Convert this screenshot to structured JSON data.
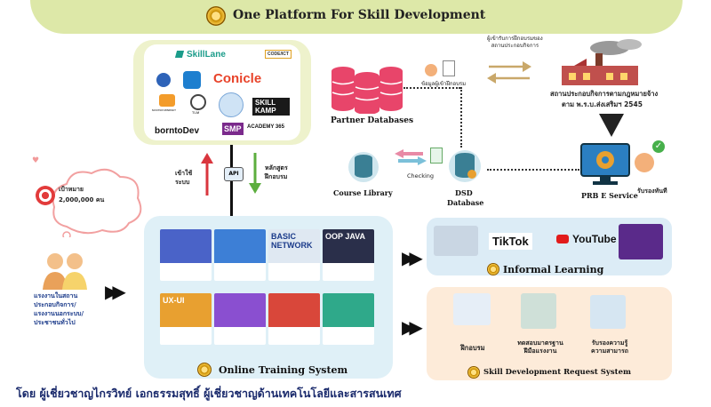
{
  "header": {
    "title": "One Platform For Skill Development"
  },
  "partners": {
    "logos": [
      "SkillLane",
      "CODE/ICT",
      "Conicle",
      "SKILL KAMP",
      "borntoDev",
      "SMP",
      "ACADEMY 365",
      "TLM",
      "MASTER MINDSET"
    ]
  },
  "api": {
    "label": "API",
    "left_text": "เข้าใช้\nระบบ",
    "right_text": "หลักสูตร\nฝึกอบรม"
  },
  "partner_databases": {
    "label": "Partner Databases",
    "caption": "ข้อมูลผู้เข้าฝึกอบรม"
  },
  "exchange": {
    "caption": "ผู้เข้ารับการฝึกอบรมของ\nสถานประกอบกิจการ"
  },
  "factory": {
    "caption_line1": "สถานประกอบกิจการตามกฎหมายจ้าง",
    "caption_line2": "ตาม พ.ร.บ.ส่งเสริมฯ 2545"
  },
  "course_library": {
    "label": "Course Library",
    "checking": "Checking"
  },
  "dsd": {
    "line1": "DSD",
    "line2": "Database"
  },
  "prb": {
    "label": "PRB E Service",
    "certify": "รับรองทันที"
  },
  "target": {
    "line1": "เป้าหมาย",
    "line2": "2,000,000 คน"
  },
  "workers": {
    "caption": "แรงงานในสถาน\nประกอบกิจการ/\nแรงงานนอกระบบ/\nประชาชนทั่วไป"
  },
  "online_training": {
    "label": "Online Training System",
    "thumbs": [
      {
        "title": "",
        "caption": "",
        "color": "#4a63c8"
      },
      {
        "title": "",
        "caption": "",
        "color": "#3d7fd6"
      },
      {
        "title": "BASIC NETWORK",
        "caption": "",
        "color": "#dfe8f2"
      },
      {
        "title": "OOP JAVA",
        "caption": "",
        "color": "#2a2f4a"
      },
      {
        "title": "UX-UI",
        "caption": "",
        "color": "#e8a030"
      },
      {
        "title": "",
        "caption": "",
        "color": "#8a4fd0"
      },
      {
        "title": "",
        "caption": "",
        "color": "#d9473a"
      },
      {
        "title": "",
        "caption": "",
        "color": "#2fa98a"
      }
    ]
  },
  "informal": {
    "label": "Informal  Learning",
    "tiktok": "TikTok",
    "youtube": "YouTube"
  },
  "skill_dev": {
    "label": "Skill Development Request System",
    "items": [
      "ฝึกอบรม",
      "ทดสอบมาตรฐาน\nฝีมือแรงงาน",
      "รับรองความรู้\nความสามารถ"
    ]
  },
  "footer": {
    "text": "โดย ผู้เชี่ยวชาญไกรวิทย์ เอกธรรมสุทธิ์ ผู้เชี่ยวชาญด้านเทคโนโลยีและสารสนเทศ"
  },
  "colors": {
    "header_bg": "#dde8a8",
    "panel_green": "#eef2cc",
    "panel_blue": "#dff0f7",
    "panel_peach": "#fdebd9",
    "db_pink": "#e8456a",
    "db_teal": "#3a7f94"
  }
}
